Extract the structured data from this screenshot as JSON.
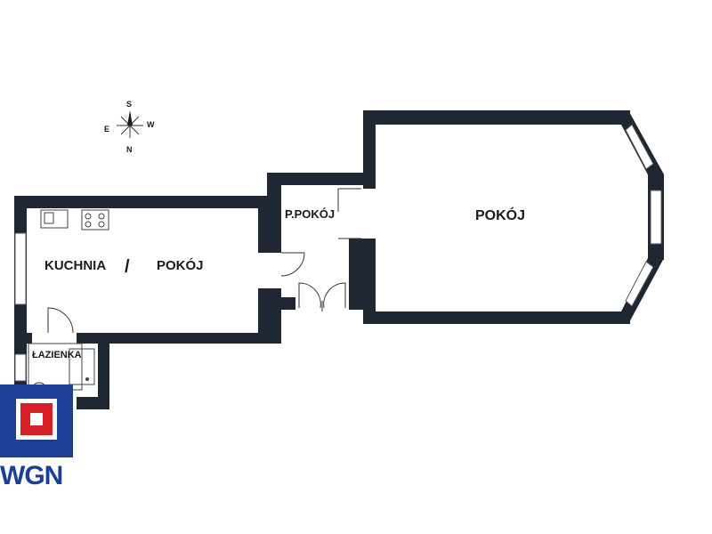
{
  "rooms": {
    "kitchen_label": "KUCHNIA",
    "kitchen_sep": "/",
    "kitchen_room_label": "POKÓJ",
    "hall_label": "P.POKÓJ",
    "big_room_label": "POKÓJ",
    "bathroom_label": "ŁAZIENKA"
  },
  "compass": {
    "north": "N",
    "south": "S",
    "east": "E",
    "west": "W"
  },
  "logo": {
    "text": "WGN",
    "colors": {
      "blue": "#1c3f95",
      "red": "#d61f26"
    }
  },
  "colors": {
    "wall": "#1f2733",
    "background": "#ffffff"
  }
}
